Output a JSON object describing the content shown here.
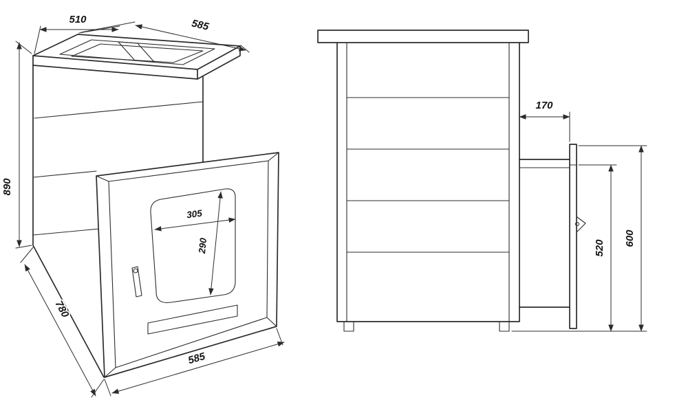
{
  "drawing": {
    "background": "#ffffff",
    "line_color": "#2b2b2b",
    "views": {
      "front_perspective": {
        "label": "front-perspective-view",
        "dimensions": {
          "top_width": "510",
          "top_depth": "585",
          "overall_height": "890",
          "overall_depth": "780",
          "facade_width": "585",
          "door_glass_width": "305",
          "door_glass_height": "290"
        }
      },
      "side": {
        "label": "side-view",
        "dimensions": {
          "tunnel_length": "170",
          "overall_front_height": "600",
          "firebox_front_height": "520"
        }
      }
    }
  }
}
